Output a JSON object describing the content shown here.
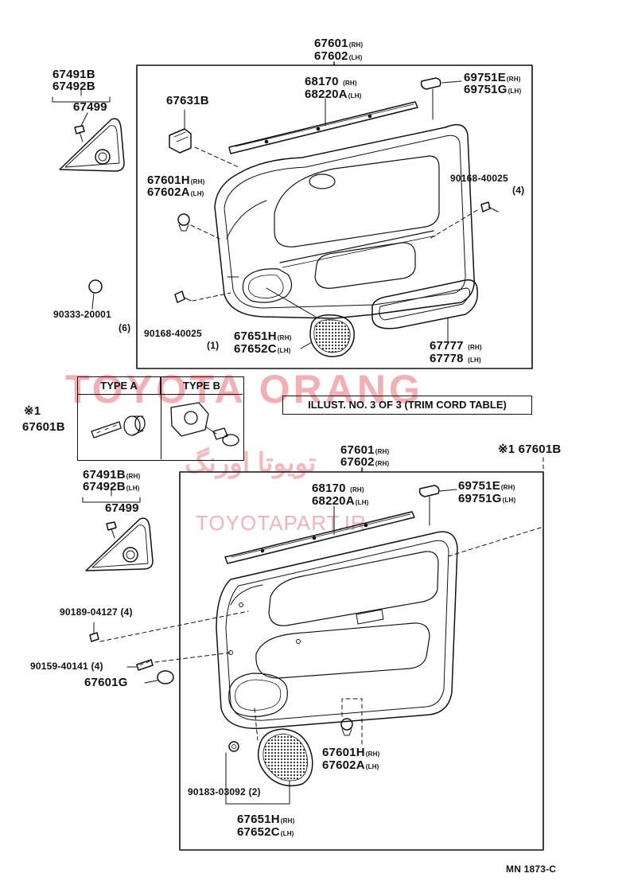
{
  "watermark": {
    "brand": "TOYOTA ORANG",
    "arabic": "تویوتا اورنگ",
    "site": "TOYOTAPART.IR"
  },
  "table": {
    "type_a": "TYPE A",
    "type_b": "TYPE B",
    "ref_mark": "※1",
    "ref_part": "67601B"
  },
  "illust_note": "ILLUST. NO. 3 OF 3 (TRIM CORD TABLE)",
  "catalog_code": "MN 1873-C",
  "rh": "(RH)",
  "lh": "(LH)",
  "top_diagram": {
    "panel": [
      "67601",
      "67602"
    ],
    "weatherstrip": [
      "68170",
      "68220A"
    ],
    "clip_top": [
      "69751E",
      "69751G"
    ],
    "switch_base": "67631B",
    "side_clip": [
      "67601H",
      "67602A"
    ],
    "screw_right": "90168-40025",
    "screw_right_qty": "(4)",
    "screw_left": "90168-40025",
    "screw_left_qty": "(1)",
    "button": "90333-20001",
    "button_qty": "(6)",
    "speaker_cover": [
      "67651H",
      "67652C"
    ],
    "armrest": [
      "67777",
      "67778"
    ],
    "tweeter": [
      "67491B",
      "67492B"
    ],
    "tweeter_screw": "67499"
  },
  "bottom_diagram": {
    "ref": "※1 67601B",
    "panel": [
      "67601",
      "67602"
    ],
    "weatherstrip": [
      "68170",
      "68220A"
    ],
    "clip_top": [
      "69751E",
      "69751G"
    ],
    "tweeter": [
      "67491B",
      "67492B"
    ],
    "tweeter_screw": "67499",
    "screw_a": "90189-04127 (4)",
    "screw_b": "90159-40141 (4)",
    "cap": "67601G",
    "side_clip": [
      "67601H",
      "67602A"
    ],
    "nut": "90183-03092 (2)",
    "speaker_cover": [
      "67651H",
      "67652C"
    ]
  }
}
